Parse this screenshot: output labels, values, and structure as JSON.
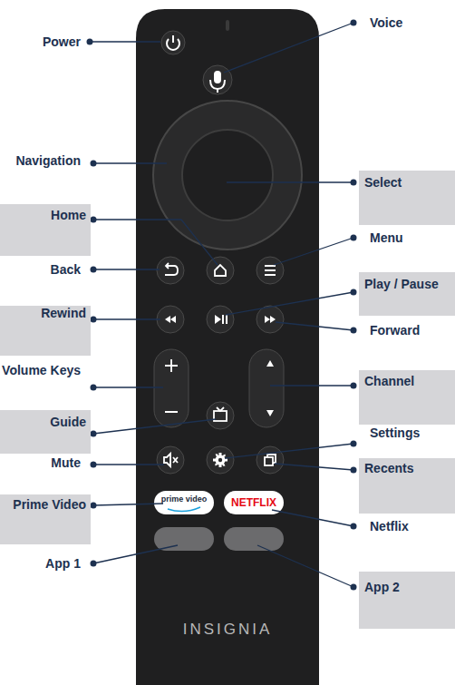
{
  "diagram": {
    "nodes": [
      {
        "text": [
          "Select"
        ]
      },
      {
        "text": [
          "Home"
        ]
      },
      {
        "text": [
          "Play / Pause"
        ]
      },
      {
        "text": [
          "Rewind"
        ]
      },
      {
        "text": [
          "Channel"
        ]
      },
      {
        "text": [
          "Guide"
        ]
      },
      {
        "text": [
          "Recents"
        ]
      },
      {
        "text": [
          "Prime Video"
        ]
      },
      {
        "text": [
          "App 2"
        ]
      }
    ],
    "labels": [
      "Power",
      "Voice",
      "Navigation",
      "Menu",
      "Back",
      "Forward",
      "Volume Keys",
      "Settings",
      "Mute",
      "Netflix",
      "App 1",
      "prime video",
      "NETFLIX",
      "INSIGNIA"
    ]
  }
}
